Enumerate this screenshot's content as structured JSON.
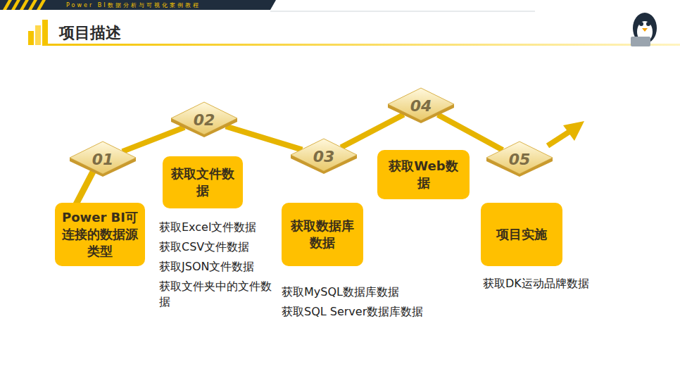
{
  "diagram": {
    "title": "项目描述",
    "nodes": [
      {
        "text": [
          "01"
        ]
      },
      {
        "text": [
          "02"
        ]
      },
      {
        "text": [
          "03"
        ]
      },
      {
        "text": [
          "04"
        ]
      },
      {
        "text": [
          "05"
        ]
      },
      {
        "text": [
          "Power BI可连接的数据源类型"
        ]
      },
      {
        "text": [
          "获取文件数据"
        ]
      },
      {
        "text": [
          "获取数据库数据"
        ]
      },
      {
        "text": [
          "获取Web数据"
        ]
      },
      {
        "text": [
          "项目实施"
        ]
      }
    ],
    "edges": [
      {
        "from": 0,
        "to": 1,
        "arrow": "none"
      },
      {
        "from": 1,
        "to": 2,
        "arrow": "none"
      },
      {
        "from": 2,
        "to": 3,
        "arrow": "none"
      },
      {
        "from": 3,
        "to": 4,
        "arrow": "none"
      }
    ],
    "labels": [
      "Power BI数据分析与可视化案例教程",
      "获取Excel文件数据",
      "获取CSV文件数据",
      "获取JSON文件数据",
      "获取文件夹中的文件数据",
      "获取MySQL数据库数据",
      "获取SQL Server数据库数据",
      "获取DK运动品牌数据"
    ]
  }
}
